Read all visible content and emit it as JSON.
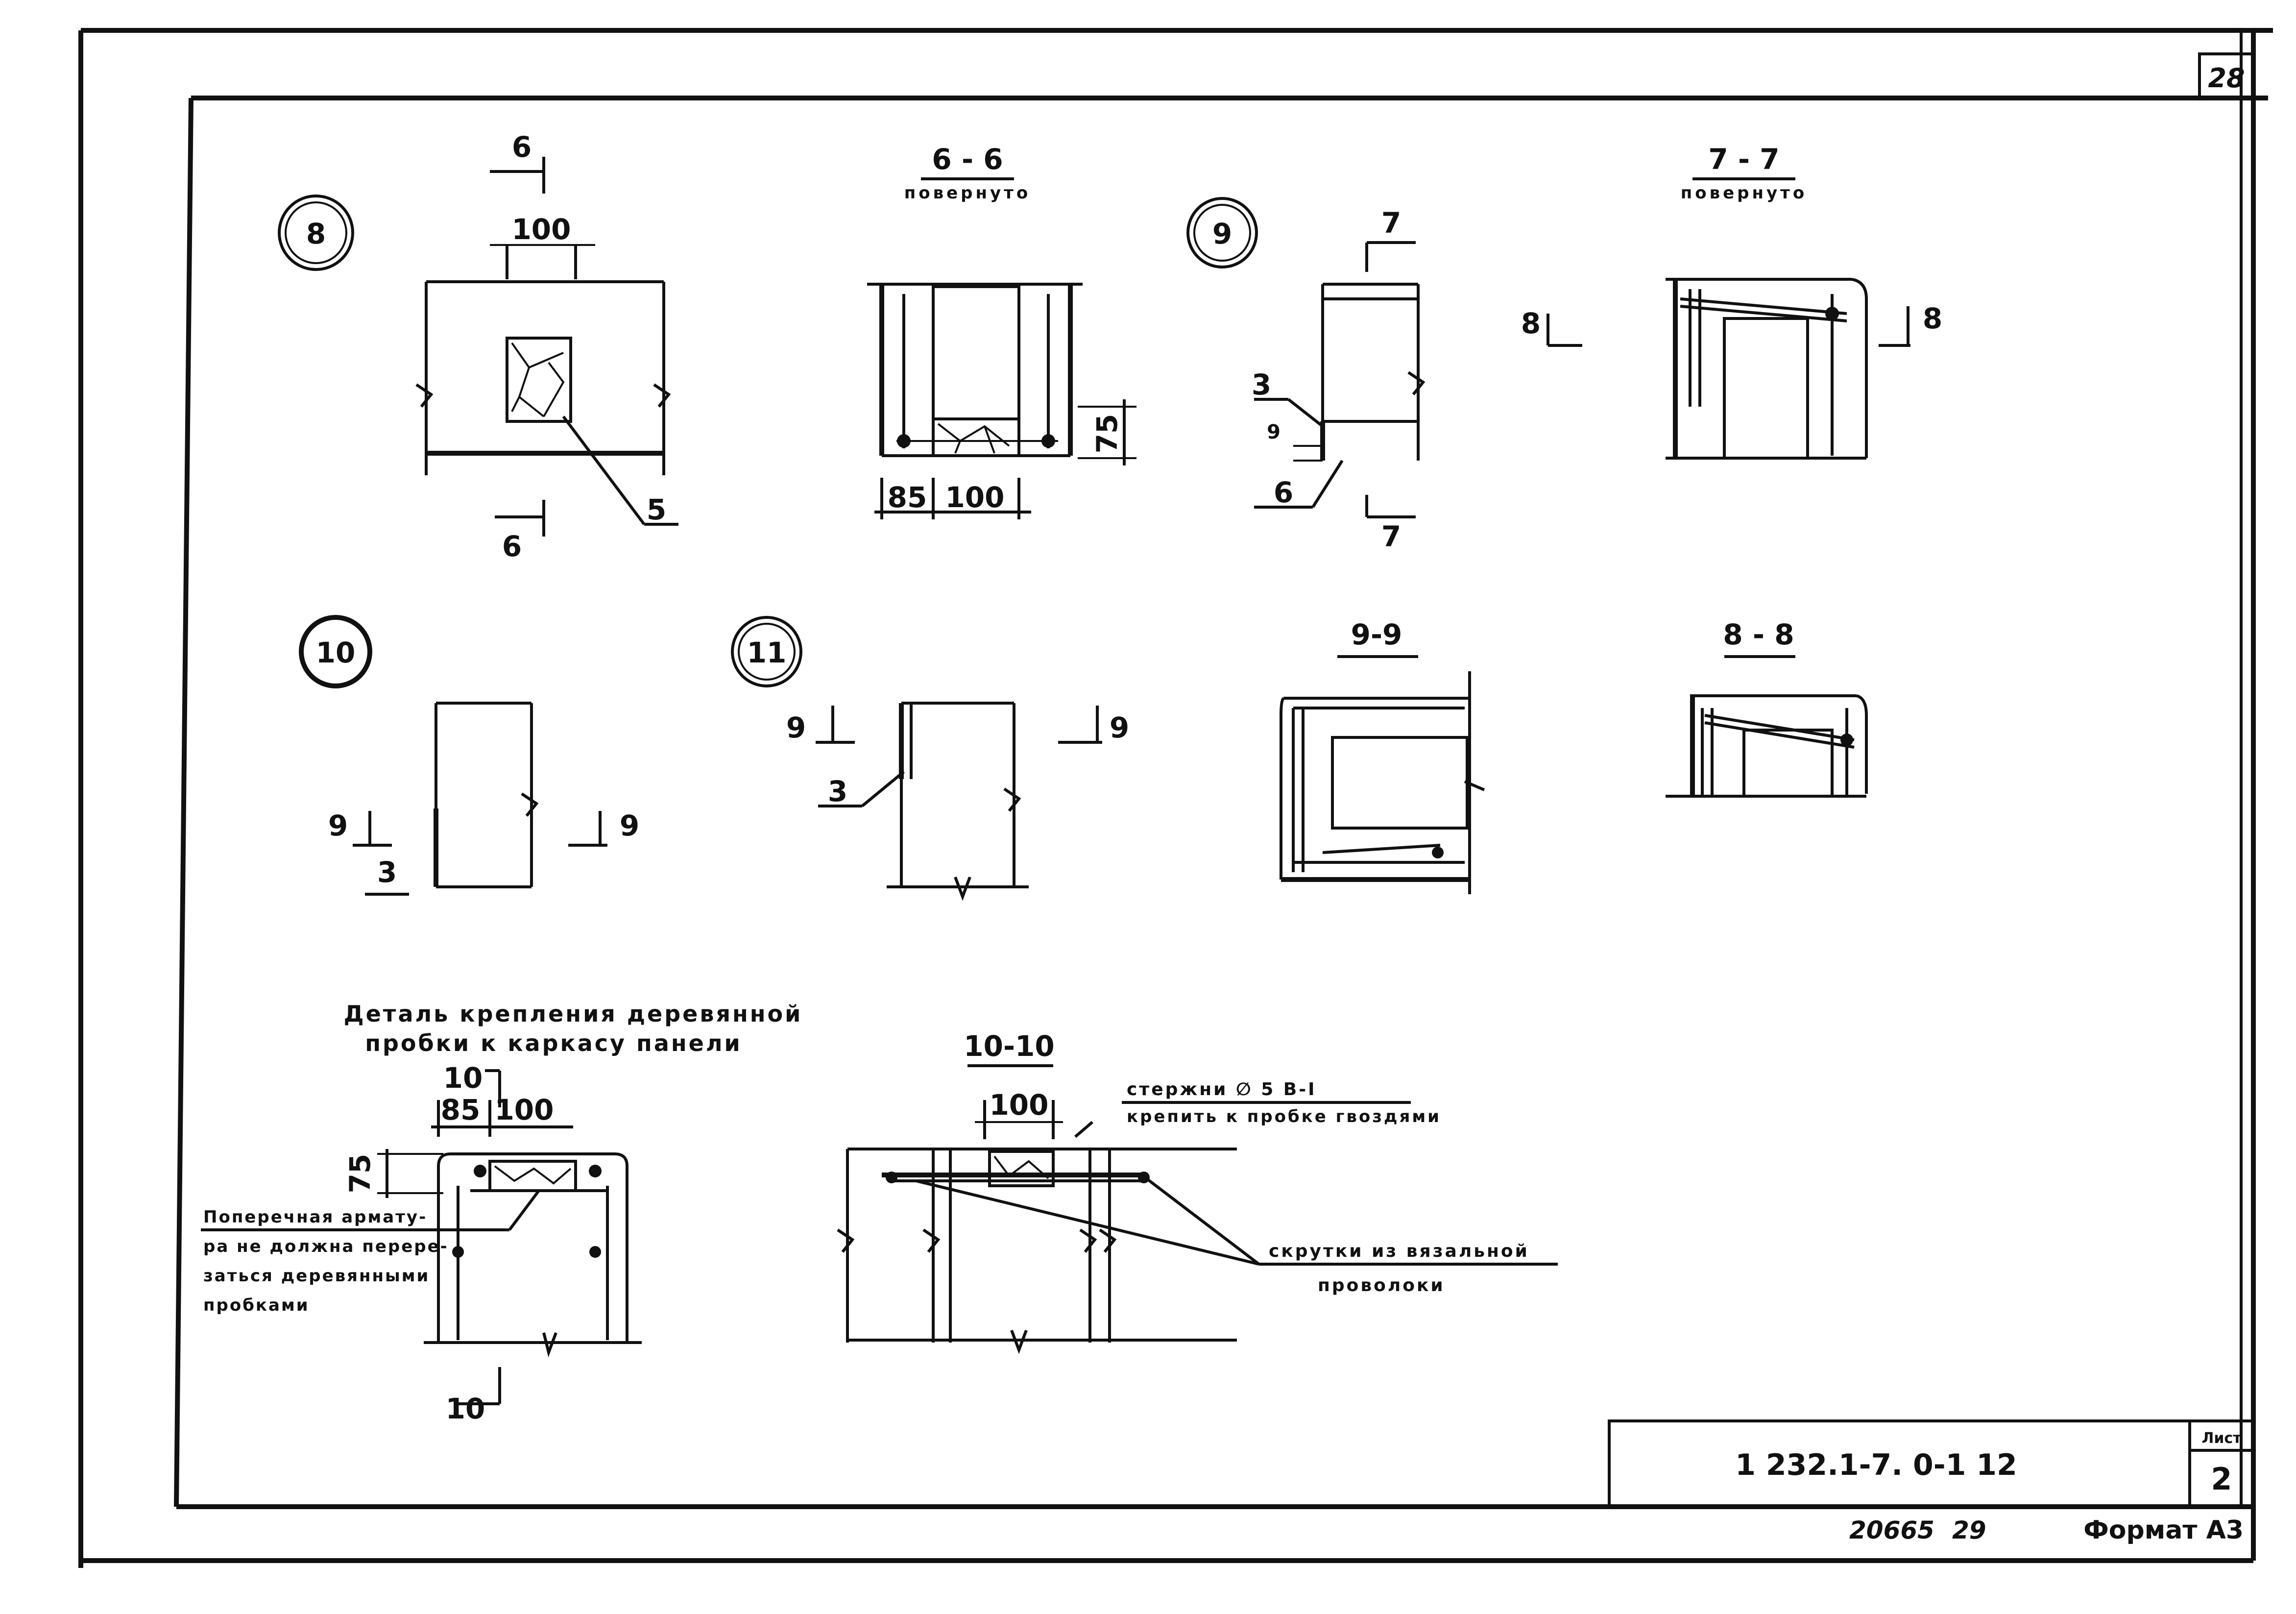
{
  "sheet": {
    "page_number": "28",
    "doc_code": "1 232.1-7. 0-1 12",
    "list_label": "Лист",
    "list_number": "2",
    "inventory": "20665",
    "inventory2": "29",
    "format": "Формат А3"
  },
  "details": {
    "d8": "8",
    "d9": "9",
    "d10": "10",
    "d11": "11"
  },
  "section_66": {
    "title": "6 - 6",
    "sub": "повернуто",
    "dim_85": "85",
    "dim_100": "100",
    "dim_75": "75"
  },
  "section_77": {
    "title": "7 - 7",
    "sub": "повернуто"
  },
  "section_99": {
    "title": "9-9"
  },
  "section_88": {
    "title": "8 - 8"
  },
  "section_1010": {
    "title": "10-10",
    "dim_100": "100"
  },
  "detail8": {
    "dim_100": "100",
    "cut": "6",
    "callout": "5"
  },
  "detail9": {
    "cut": "7",
    "callout_3": "3",
    "callout_6": "6",
    "dim": "9"
  },
  "detail10": {
    "cut": "9",
    "callout": "3"
  },
  "detail11": {
    "cut": "9",
    "callout": "3"
  },
  "marks77": {
    "cut": "8"
  },
  "mount": {
    "title_1": "Деталь крепления деревянной",
    "title_2": "пробки к каркасу панели",
    "dim_10": "10",
    "dim_85": "85",
    "dim_100": "100",
    "dim_75": "75",
    "cut": "10",
    "note_1": "Поперечная армату-",
    "note_2": "ра не должна перере-",
    "note_3": "заться деревянными",
    "note_4": "пробками"
  },
  "notes1010": {
    "rods_1": "стержни ∅ 5 B-I",
    "rods_2": "крепить к пробке гвоздями",
    "wire_1": "скрутки из вязальной",
    "wire_2": "проволоки"
  }
}
